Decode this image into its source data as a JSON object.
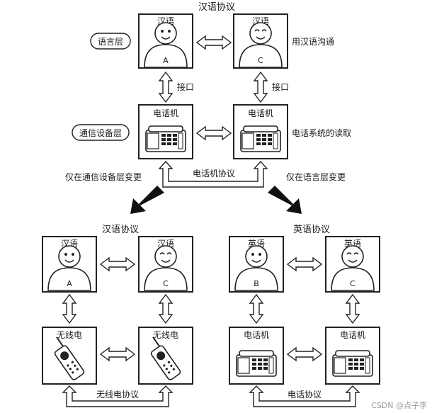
{
  "top": {
    "protocol_label": "汉语协议",
    "person_a_lang": "汉语",
    "person_a_id": "A",
    "person_c_lang": "汉语",
    "person_c_id": "C",
    "layer_language": "语言层",
    "layer_comm": "通信设备层",
    "right_note_language": "用汉语沟通",
    "right_note_comm": "电话系统的读取",
    "interface_label_1": "接口",
    "interface_label_2": "接口",
    "device_a": "电话机",
    "device_c": "电话机",
    "device_protocol": "电话机协议",
    "change_left": "仅在通信设备层变更",
    "change_right": "仅在语言层变更"
  },
  "bottom_left": {
    "protocol_label": "汉语协议",
    "person_a_lang": "汉语",
    "person_a_id": "A",
    "person_c_lang": "汉语",
    "person_c_id": "C",
    "device_a": "无线电",
    "device_c": "无线电",
    "device_protocol": "无线电协议"
  },
  "bottom_right": {
    "protocol_label": "英语协议",
    "person_b_lang": "英语",
    "person_b_id": "B",
    "person_c_lang": "英语",
    "person_c_id": "C",
    "device_b": "电话机",
    "device_c": "电话机",
    "device_protocol": "电话协议"
  },
  "watermark": "CSDN @点子李"
}
